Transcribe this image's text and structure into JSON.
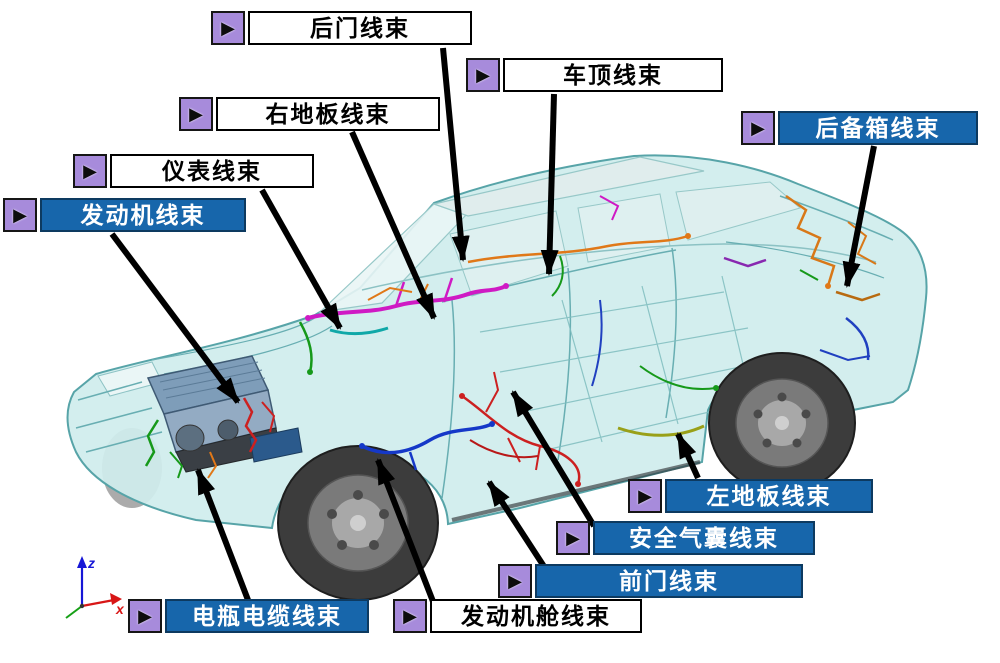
{
  "labels": {
    "rear_door": "后门线束",
    "roof": "车顶线束",
    "right_floor": "右地板线束",
    "instrument": "仪表线束",
    "engine": "发动机线束",
    "trunk": "后备箱线束",
    "left_floor": "左地板线束",
    "airbag": "安全气囊线束",
    "front_door": "前门线束",
    "engine_bay": "发动机舱线束",
    "battery_cable": "电瓶电缆线束"
  },
  "icons": {
    "pointer_glyph": "▶"
  },
  "axis": {
    "z": "z",
    "x": "x"
  },
  "colors": {
    "label_blue_bg": "#1766ab",
    "label_white_bg": "#ffffff",
    "label_border": "#000000",
    "icon_purple": "#a78bdb",
    "car_body": "#cfeded",
    "car_outline": "#57a4a8",
    "arrow_black": "#000000"
  }
}
